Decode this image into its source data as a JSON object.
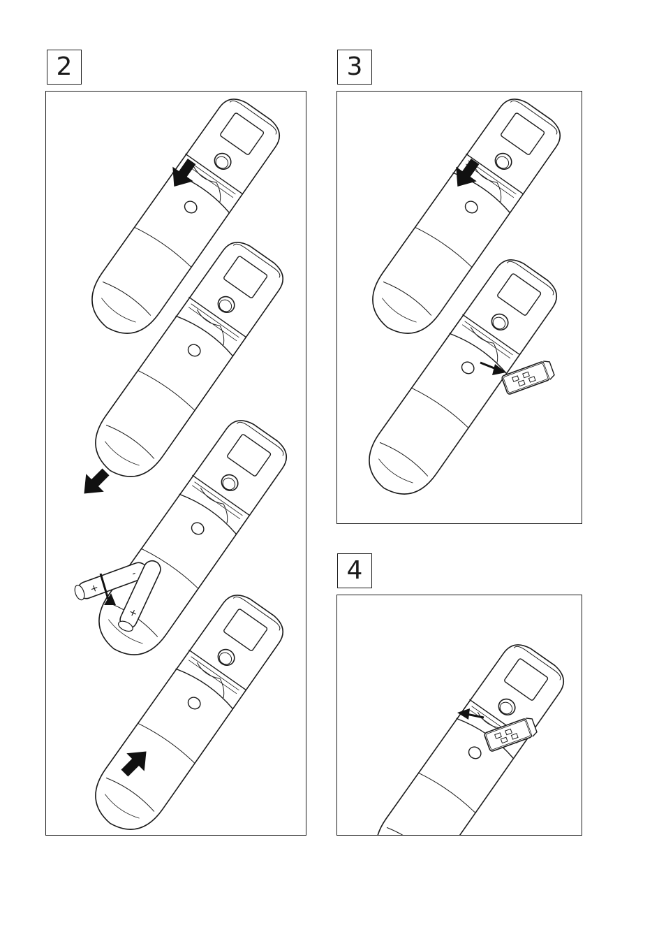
{
  "steps": [
    {
      "number": "2"
    },
    {
      "number": "3"
    },
    {
      "number": "4"
    }
  ],
  "batteries": {
    "plus_mark": "+",
    "minus_mark": "-"
  },
  "colors": {
    "line": "#1a1a1a",
    "fill": "#ffffff",
    "arrow": "#111111"
  }
}
